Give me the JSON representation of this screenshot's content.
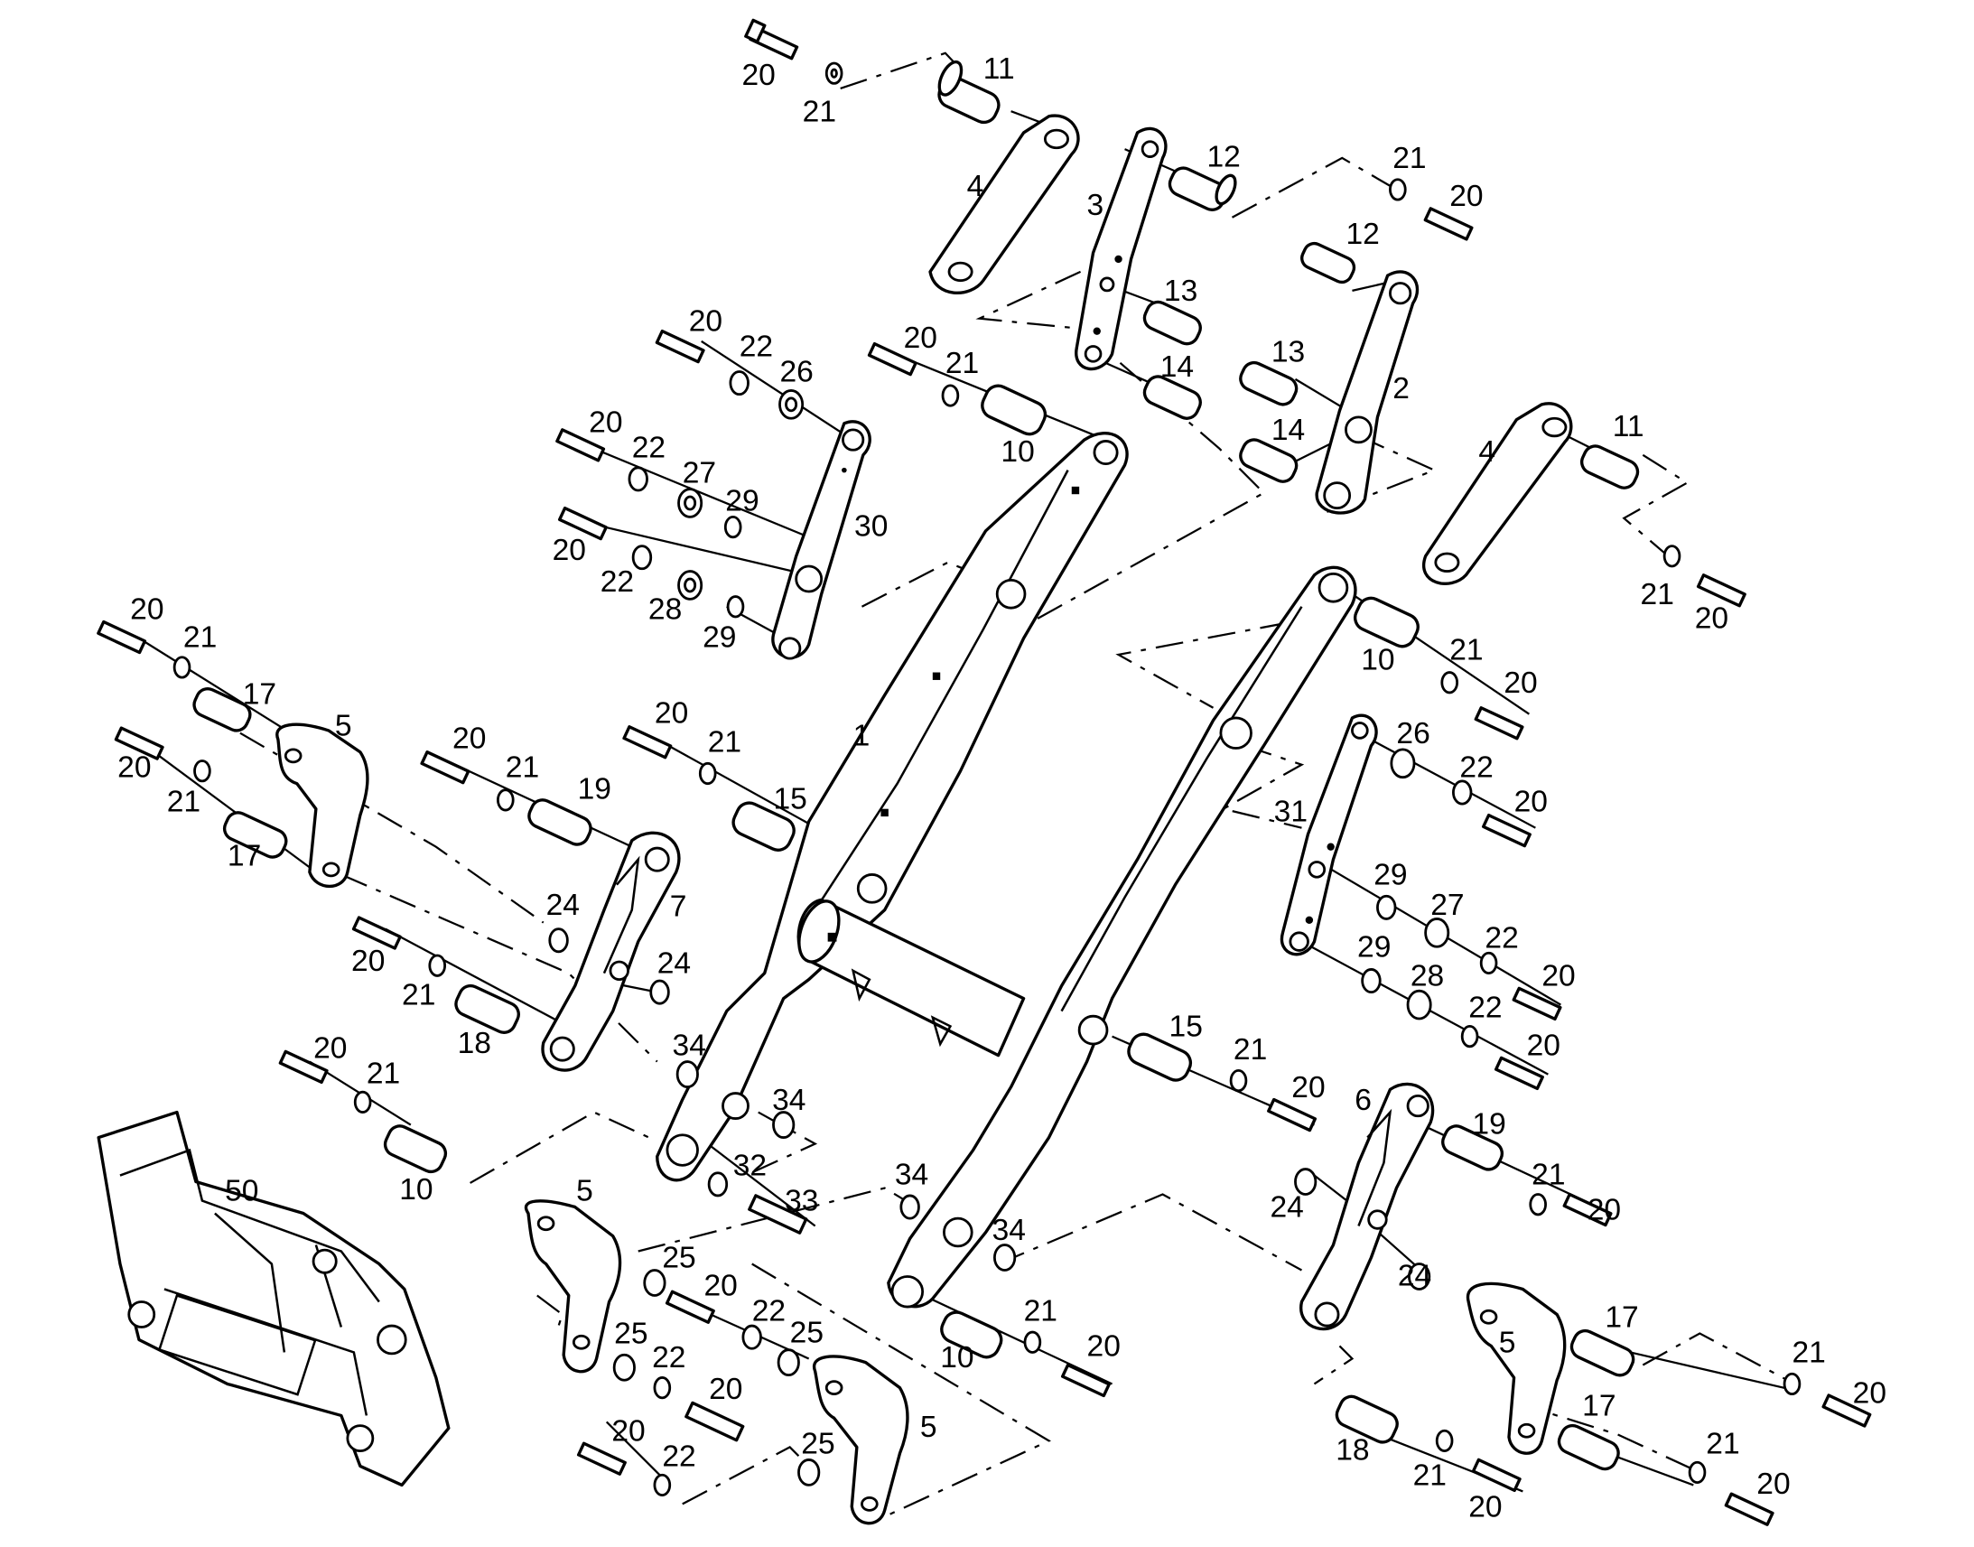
{
  "labels": {
    "p1": "1",
    "p2": "2",
    "p3": "3",
    "p4": "4",
    "p5": "5",
    "p6": "6",
    "p7": "7",
    "p10": "10",
    "p11": "11",
    "p12": "12",
    "p13": "13",
    "p14": "14",
    "p15": "15",
    "p17": "17",
    "p18": "18",
    "p19": "19",
    "p20": "20",
    "p21": "21",
    "p22": "22",
    "p24": "24",
    "p25": "25",
    "p26": "26",
    "p27": "27",
    "p28": "28",
    "p29": "29",
    "p30": "30",
    "p31": "31",
    "p32": "32",
    "p33": "33",
    "p34": "34",
    "p50": "50"
  }
}
